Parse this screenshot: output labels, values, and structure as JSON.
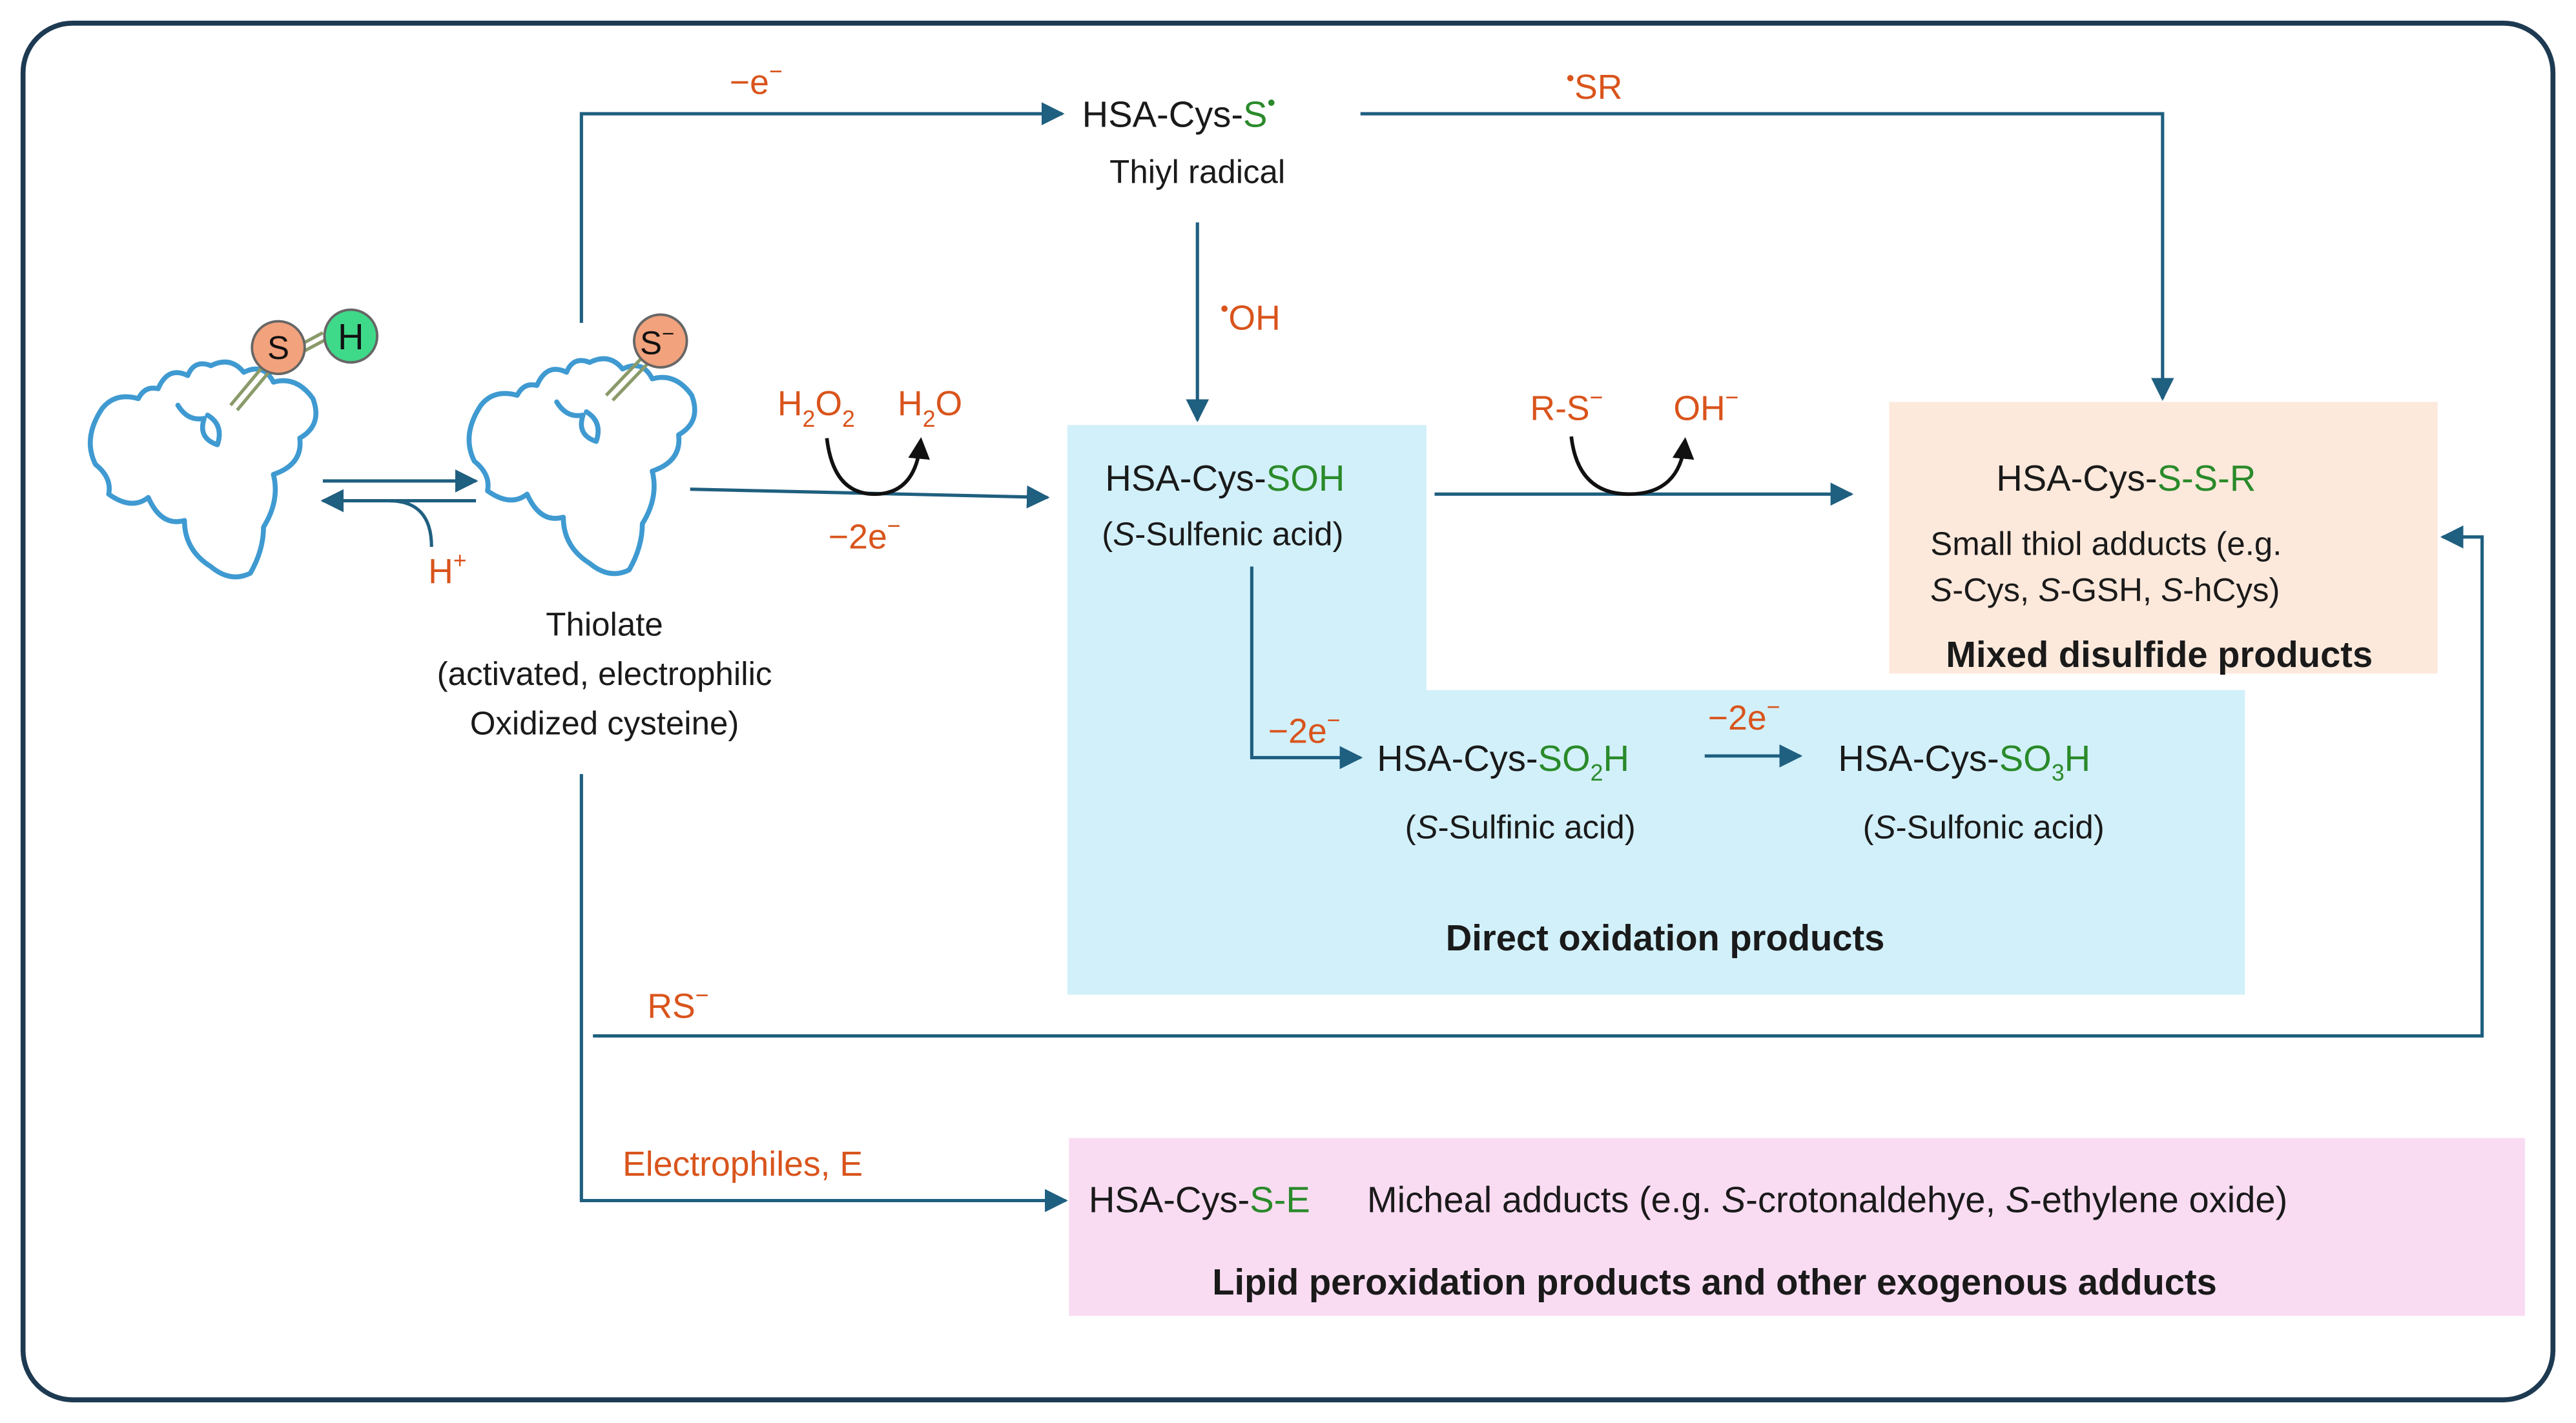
{
  "colors": {
    "frame": "#1d3a52",
    "arrow": "#1f5f80",
    "orange": "#d9541c",
    "green": "#2a8a2a",
    "black": "#1a1a1a",
    "oxidation_box": "#d2f0fa",
    "disulfide_box": "#fde9dc",
    "lipid_box": "#f9dcf2",
    "protein_stroke": "#3f9ad1",
    "sulfur_fill": "#f2a27c",
    "hydrogen_fill": "#3fd98a"
  },
  "icons": {
    "protein_neutral": "protein-thiol-icon",
    "protein_thiolate": "protein-thiolate-icon"
  },
  "atoms": {
    "sulfur": "S",
    "hydrogen": "H",
    "thiolate": "S",
    "thiolate_charge": "−"
  },
  "equilibrium": {
    "proton": "H",
    "proton_charge": "+"
  },
  "thiolate": {
    "line1": "Thiolate",
    "line2": "(activated, electrophilic",
    "line3": "Oxidized cysteine)"
  },
  "radical_path": {
    "reagent_e": "−e",
    "reagent_e_sup": "−",
    "sr_dot": "•",
    "sr_label": "SR",
    "oh_dot": "•",
    "oh_label": "OH"
  },
  "thiyl": {
    "prefix": "HSA-Cys-",
    "suffix": "S",
    "dot": "•",
    "name": "Thiyl radical"
  },
  "peroxide_step": {
    "h2o2_a": "H",
    "h2o2_sub": "2",
    "h2o2_b": "O",
    "h2o2_sub2": "2",
    "h2o_a": "H",
    "h2o_sub": "2",
    "h2o_b": "O",
    "electrons": "−2e",
    "electrons_sup": "−"
  },
  "sulfenic": {
    "prefix": "HSA-Cys-",
    "suffix": "SOH",
    "name_italic": "S",
    "name_rest": "-Sulfenic acid)",
    "name_open": "("
  },
  "thiol_step": {
    "rs": "R-S",
    "rs_sup": "−",
    "oh": "OH",
    "oh_sup": "−"
  },
  "disulfide": {
    "prefix": "HSA-Cys-",
    "suffix": "S-S-R",
    "line1": "Small thiol adducts (e.g.",
    "s1": "S",
    "cys": "-Cys, ",
    "s2": "S",
    "gsh": "-GSH, ",
    "s3": "S",
    "hcys": "-hCys)",
    "title": "Mixed disulfide products"
  },
  "sulfinic": {
    "step": "−2e",
    "step_sup": "−",
    "prefix": "HSA-Cys-",
    "so": "SO",
    "sub": "2",
    "h": "H",
    "name_open": "(",
    "name_italic": "S",
    "name_rest": "-Sulfinic acid)"
  },
  "sulfonic": {
    "step": "−2e",
    "step_sup": "−",
    "prefix": "HSA-Cys-",
    "so": "SO",
    "sub": "3",
    "h": "H",
    "name_open": "(",
    "name_italic": "S",
    "name_rest": "-Sulfonic acid)"
  },
  "oxidation_title": "Direct oxidation products",
  "rs_path": {
    "label": "RS",
    "sup": "−"
  },
  "electrophile_path": {
    "label": "Electrophiles, E"
  },
  "micheal": {
    "prefix": "HSA-Cys-",
    "suffix": "S-E",
    "desc_a": "Micheal adducts (e.g. ",
    "s1": "S",
    "desc_b": "-crotonaldehye, ",
    "s2": "S",
    "desc_c": "-ethylene oxide)",
    "title": "Lipid peroxidation products and other exogenous adducts"
  }
}
